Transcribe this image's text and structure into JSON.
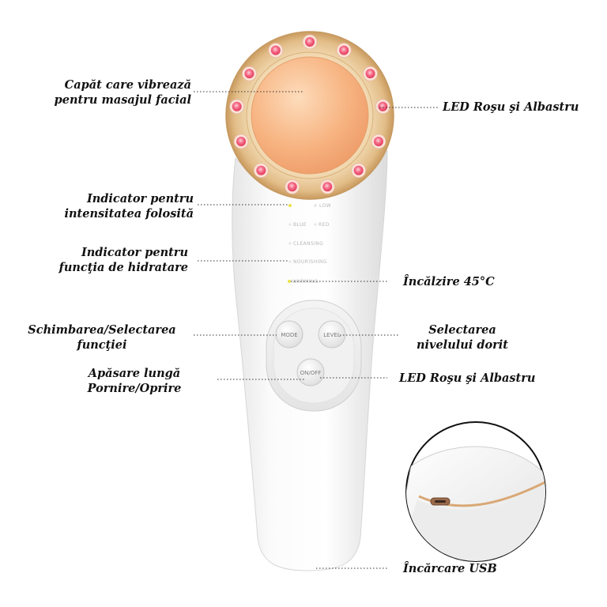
{
  "labels": {
    "vibrating_head": [
      "Capăt care vibrează",
      "pentru masajul facial"
    ],
    "led_red_blue_top": "LED Roşu şi Albastru",
    "intensity_indicator": [
      "Indicator pentru",
      "intensitatea folosită"
    ],
    "hydration_indicator": [
      "Indicator pentru",
      "funcţia  de hidratare"
    ],
    "heating": "Încălzire 45°C",
    "mode_select": [
      "Schimbarea/Selectarea",
      "funcţiei"
    ],
    "level_select": [
      "Selectarea",
      "nivelului dorit"
    ],
    "long_press": [
      "Apăsare lungă",
      "Pornire/Oprire"
    ],
    "led_red_blue_bottom": "LED Roşu şi Albastru",
    "usb_charging": "Încărcare USB"
  },
  "device": {
    "indicators": {
      "low": "LOW",
      "blue": "BLUE",
      "red": "RED",
      "cleansing": "CLEANSING",
      "nourishing": "NOURISHING",
      "warming": "WARMING"
    },
    "buttons": {
      "mode": "MODE",
      "level": "LEVEL",
      "onoff": "ON/OFF"
    }
  },
  "colors": {
    "gold_ring": "#d8b07a",
    "plate": "#f7b27f",
    "led": "#f0506e",
    "body": "#f6f6f6",
    "indicator_yellow": "#e8e24a"
  }
}
